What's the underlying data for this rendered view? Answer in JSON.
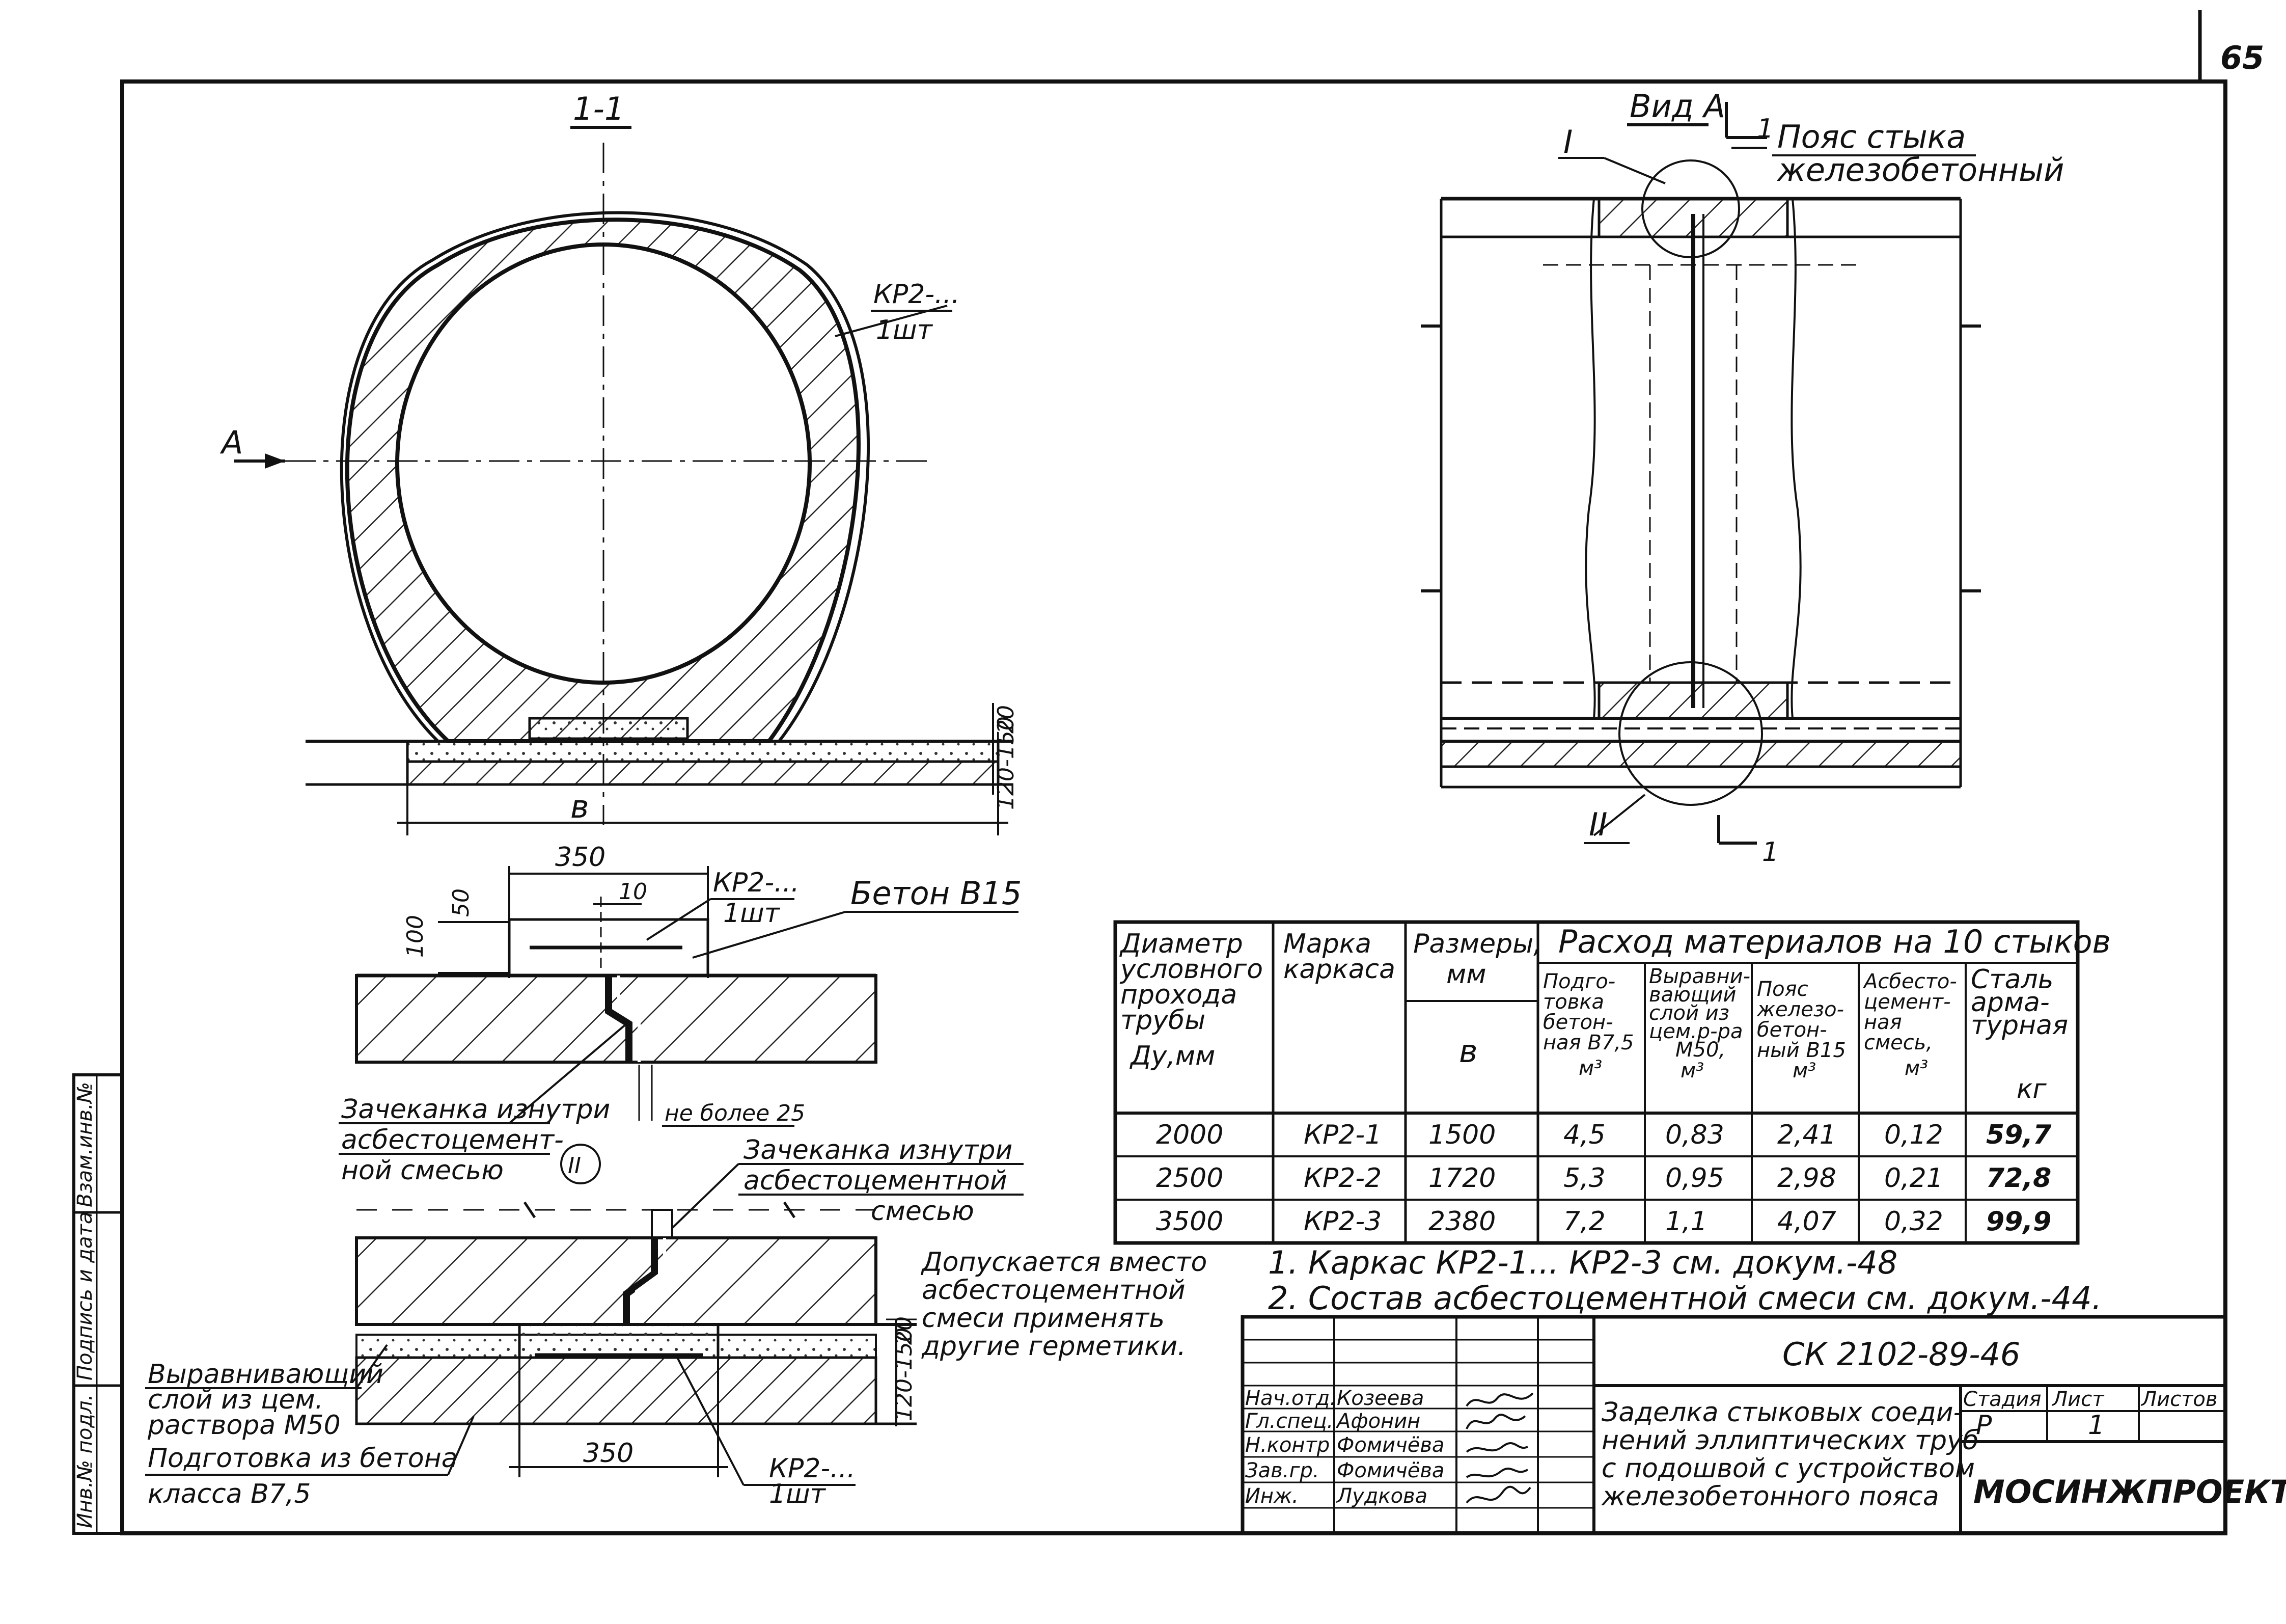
{
  "sheet_number": "65",
  "section": {
    "label": "1-1",
    "arrow_label": "А",
    "frame_callout": [
      "КР2-...",
      "1шт"
    ],
    "dim_width": "в",
    "dim_right": [
      "20",
      "120-150"
    ]
  },
  "view": {
    "label": "Вид А",
    "node_I": "I",
    "node_II": "II",
    "cut_label_top": "1",
    "cut_label_bottom": "1",
    "belt_label": [
      "Пояс стыка",
      "железобетонный"
    ]
  },
  "detail1": {
    "dims": [
      "350",
      "10",
      "50",
      "100"
    ],
    "frame_callout": [
      "КР2-...",
      "1шт"
    ],
    "concrete_label": "Бетон В15",
    "caulk_label": [
      "Зачеканка изнутри",
      "асбестоцемент-",
      "ной смесью"
    ],
    "gap_label": "не более 25",
    "node_marker": "II"
  },
  "detail2": {
    "caulk_label": [
      "Зачеканка изнутри",
      "асбестоцементной",
      "смесью"
    ],
    "leveling_label": [
      "Выравнивающий",
      "слой из цем.",
      "раствора М50"
    ],
    "base_label": [
      "Подготовка из бетона",
      "класса В7,5"
    ],
    "dims": [
      "350",
      "20",
      "120-150"
    ],
    "frame_callout": [
      "КР2-...",
      "1шт"
    ],
    "alt_note": [
      "Допускается вместо",
      "асбестоцементной",
      "смеси применять",
      "другие герметики."
    ]
  },
  "table": {
    "title": "Расход материалов на 10 стыков",
    "col_diameter": [
      "Диаметр",
      "условного",
      "прохода",
      "трубы",
      "Ду,мм"
    ],
    "col_mark": [
      "Марка",
      "каркаса"
    ],
    "col_size": [
      "Размеры,",
      "мм"
    ],
    "col_size_sub": "в",
    "sub_cols": [
      [
        "Подго-",
        "товка",
        "бетон-",
        "ная В7,5",
        "м³"
      ],
      [
        "Выравни-",
        "вающий",
        "слой из",
        "цем.р-ра",
        "М50,",
        "м³"
      ],
      [
        "Пояс",
        "железо-",
        "бетон-",
        "ный В15",
        "м³"
      ],
      [
        "Асбесто-",
        "цемент-",
        "ная",
        "смесь,",
        "м³"
      ],
      [
        "Сталь",
        "арма-",
        "турная",
        "кг"
      ]
    ],
    "rows": [
      {
        "dn": "2000",
        "mark": "КР2-1",
        "b": "1500",
        "v1": "4,5",
        "v2": "0,83",
        "v3": "2,41",
        "v4": "0,12",
        "v5": "59,7"
      },
      {
        "dn": "2500",
        "mark": "КР2-2",
        "b": "1720",
        "v1": "5,3",
        "v2": "0,95",
        "v3": "2,98",
        "v4": "0,21",
        "v5": "72,8"
      },
      {
        "dn": "3500",
        "mark": "КР2-3",
        "b": "2380",
        "v1": "7,2",
        "v2": "1,1",
        "v3": "4,07",
        "v4": "0,32",
        "v5": "99,9"
      }
    ]
  },
  "notes": [
    "1. Каркас КР2-1... КР2-3 см. докум.-48",
    "2. Состав асбестоцементной смеси см. докум.-44."
  ],
  "stamp": {
    "doc_code": "СК 2102-89-46",
    "title": [
      "Заделка стыковых соеди-",
      "нений эллиптических труб",
      "с подошвой с устройством",
      "железобетонного пояса"
    ],
    "org": "МОСИНЖПРОЕКТ",
    "stage_header": "Стадия",
    "sheet_header": "Лист",
    "sheets_header": "Листов",
    "stage": "Р",
    "sheet": "1",
    "roles": [
      {
        "role": "Нач.отд.",
        "name": "Козеева"
      },
      {
        "role": "Гл.спец.",
        "name": "Афонин"
      },
      {
        "role": "Н.контр",
        "name": "Фомичёва"
      },
      {
        "role": "Зав.гр.",
        "name": "Фомичёва"
      },
      {
        "role": "Инж.",
        "name": "Лудкова"
      }
    ]
  },
  "side_stamp": [
    "Инв.№ подл.",
    "Подпись и дата",
    "Взам.инв.№"
  ]
}
